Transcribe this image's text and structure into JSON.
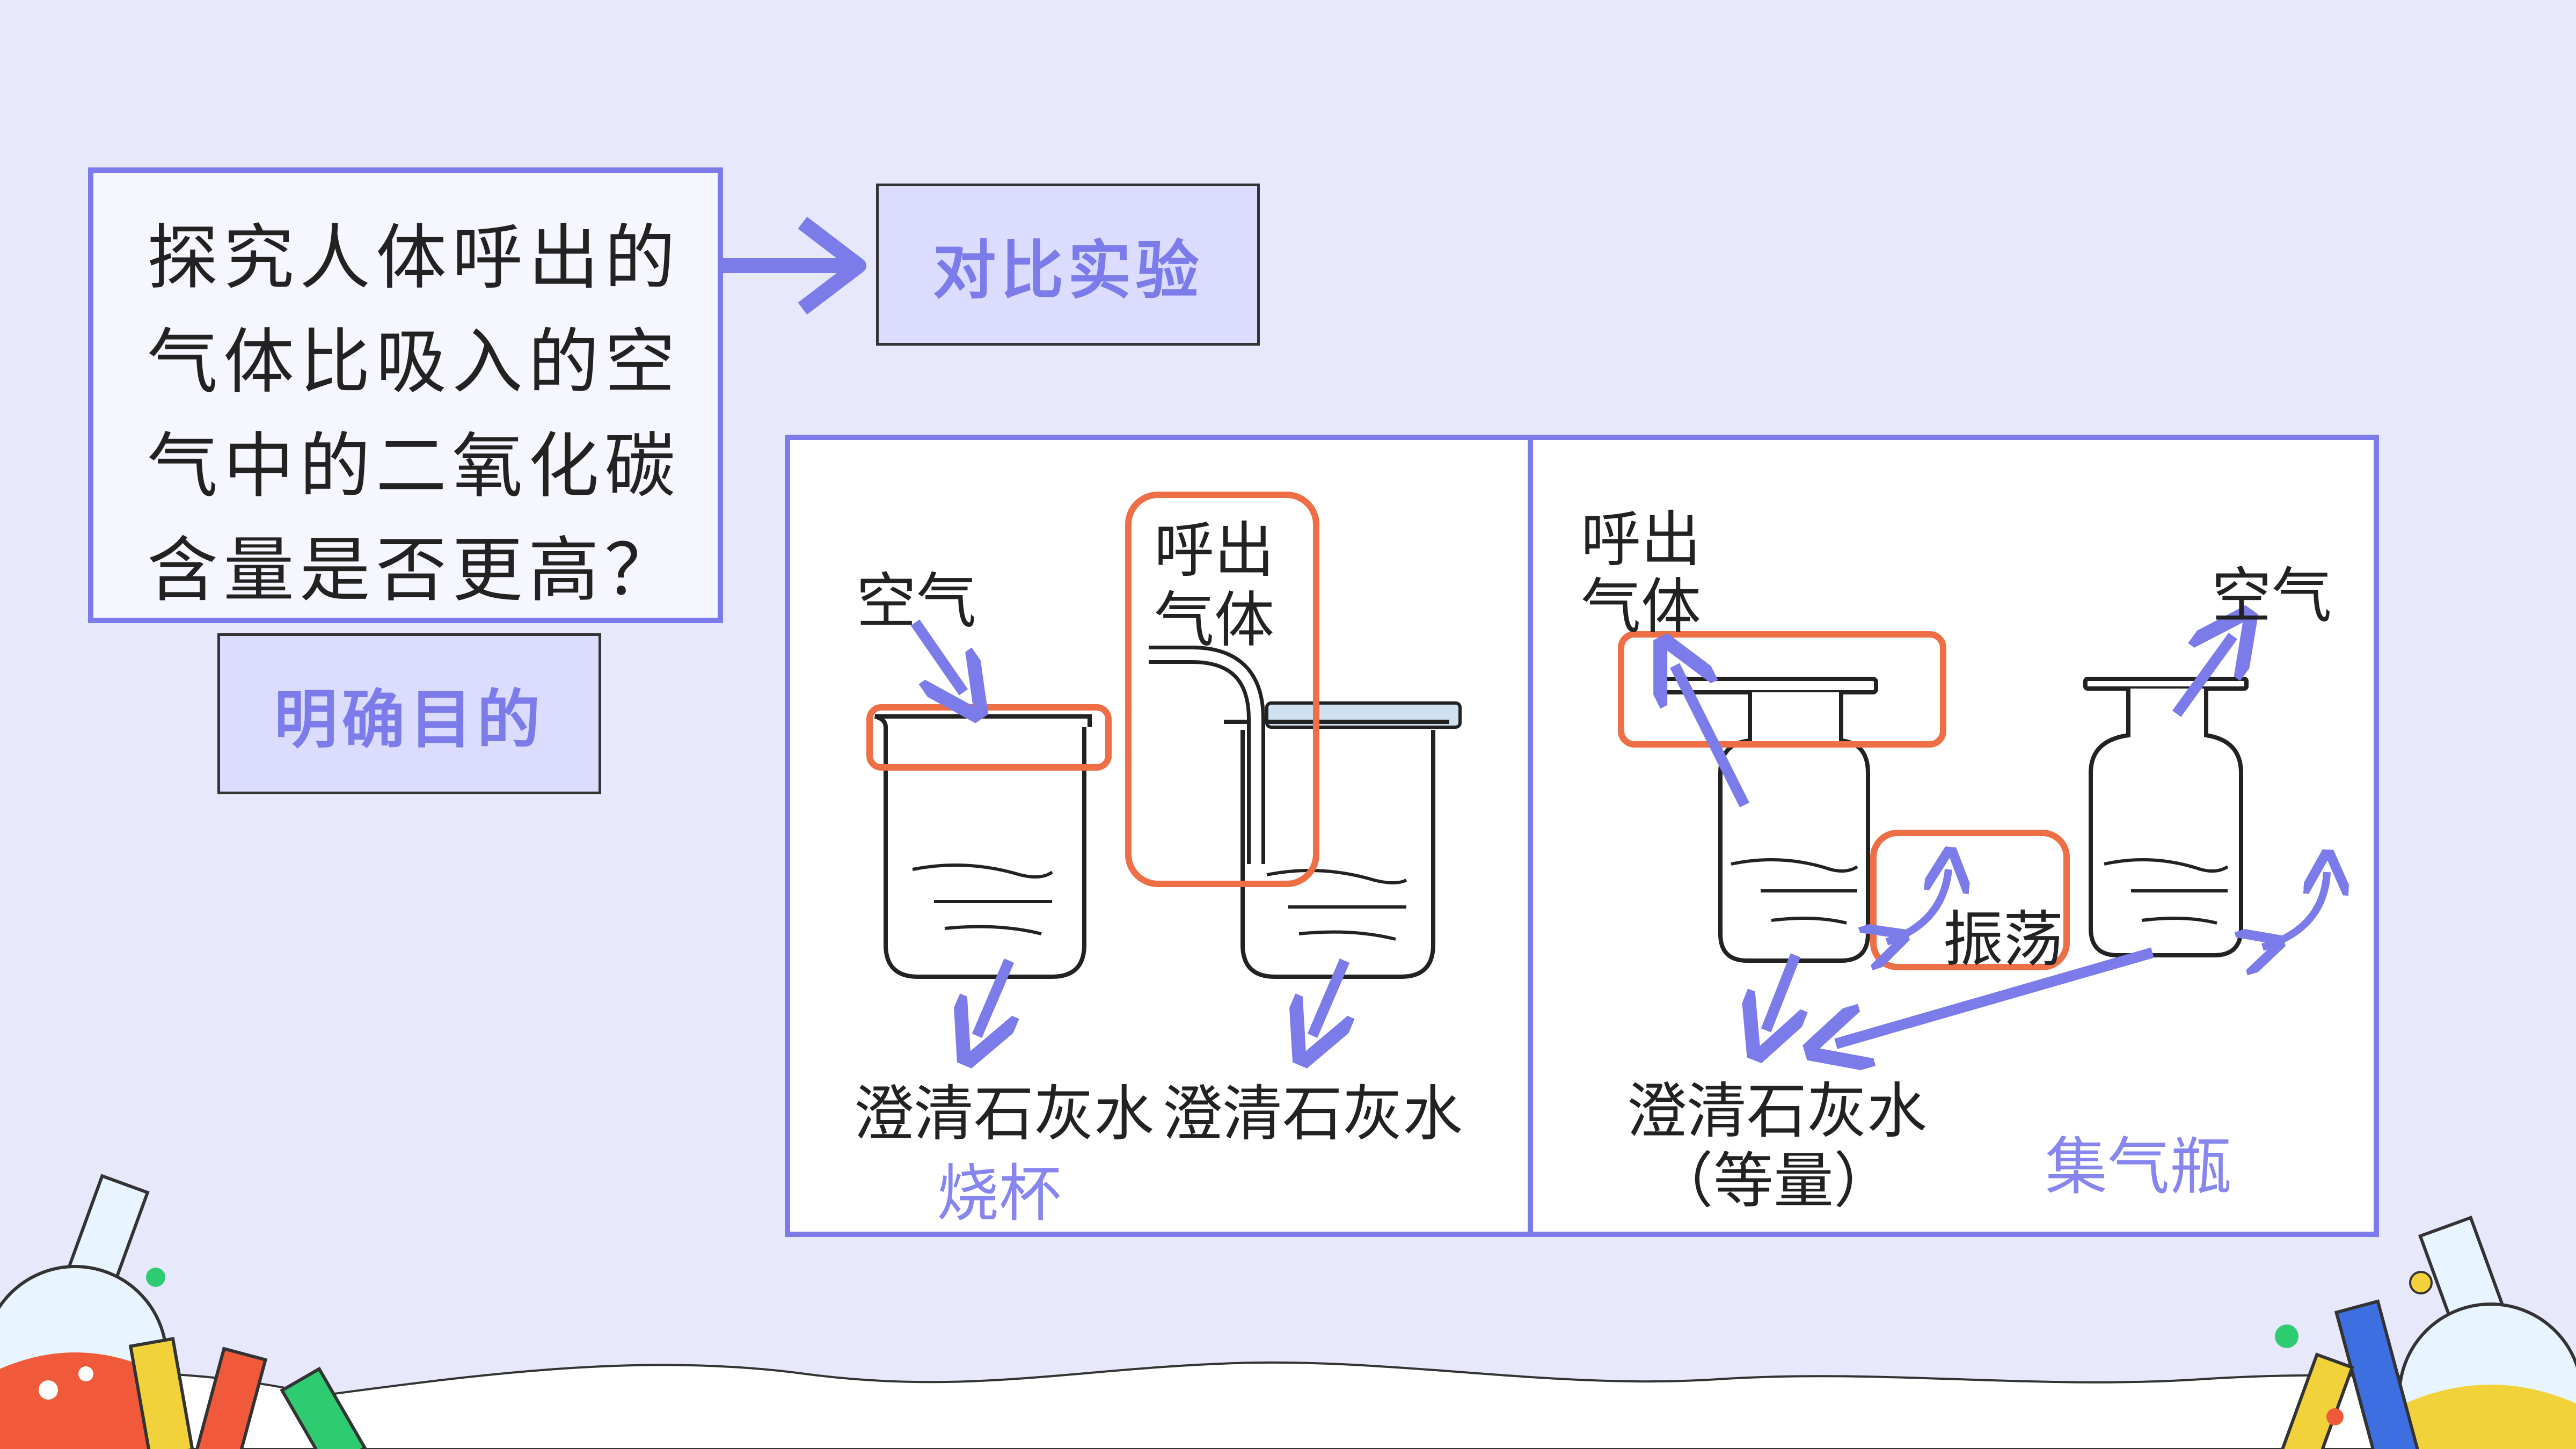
{
  "question": {
    "lines": [
      "探究人体呼出的",
      "气体比吸入的空",
      "气中的二氧化碳",
      "含量是否更高？"
    ]
  },
  "purpose_label": "明确目的",
  "method_label": "对比实验",
  "beaker_panel": {
    "air_label": "空气",
    "exhaled_label_line1": "呼出",
    "exhaled_label_line2": "气体",
    "limewater_left": "澄清石灰水",
    "limewater_right": "澄清石灰水",
    "container_name": "烧杯"
  },
  "bottle_panel": {
    "exhaled_label_line1": "呼出",
    "exhaled_label_line2": "气体",
    "air_label": "空气",
    "shake_label": "振荡",
    "limewater_label": "澄清石灰水",
    "equal_amount_label": "（等量）",
    "container_name": "集气瓶"
  },
  "colors": {
    "background": "#e8e8fc",
    "accent_blue": "#7b7bea",
    "highlight_orange": "#ee6e45"
  }
}
